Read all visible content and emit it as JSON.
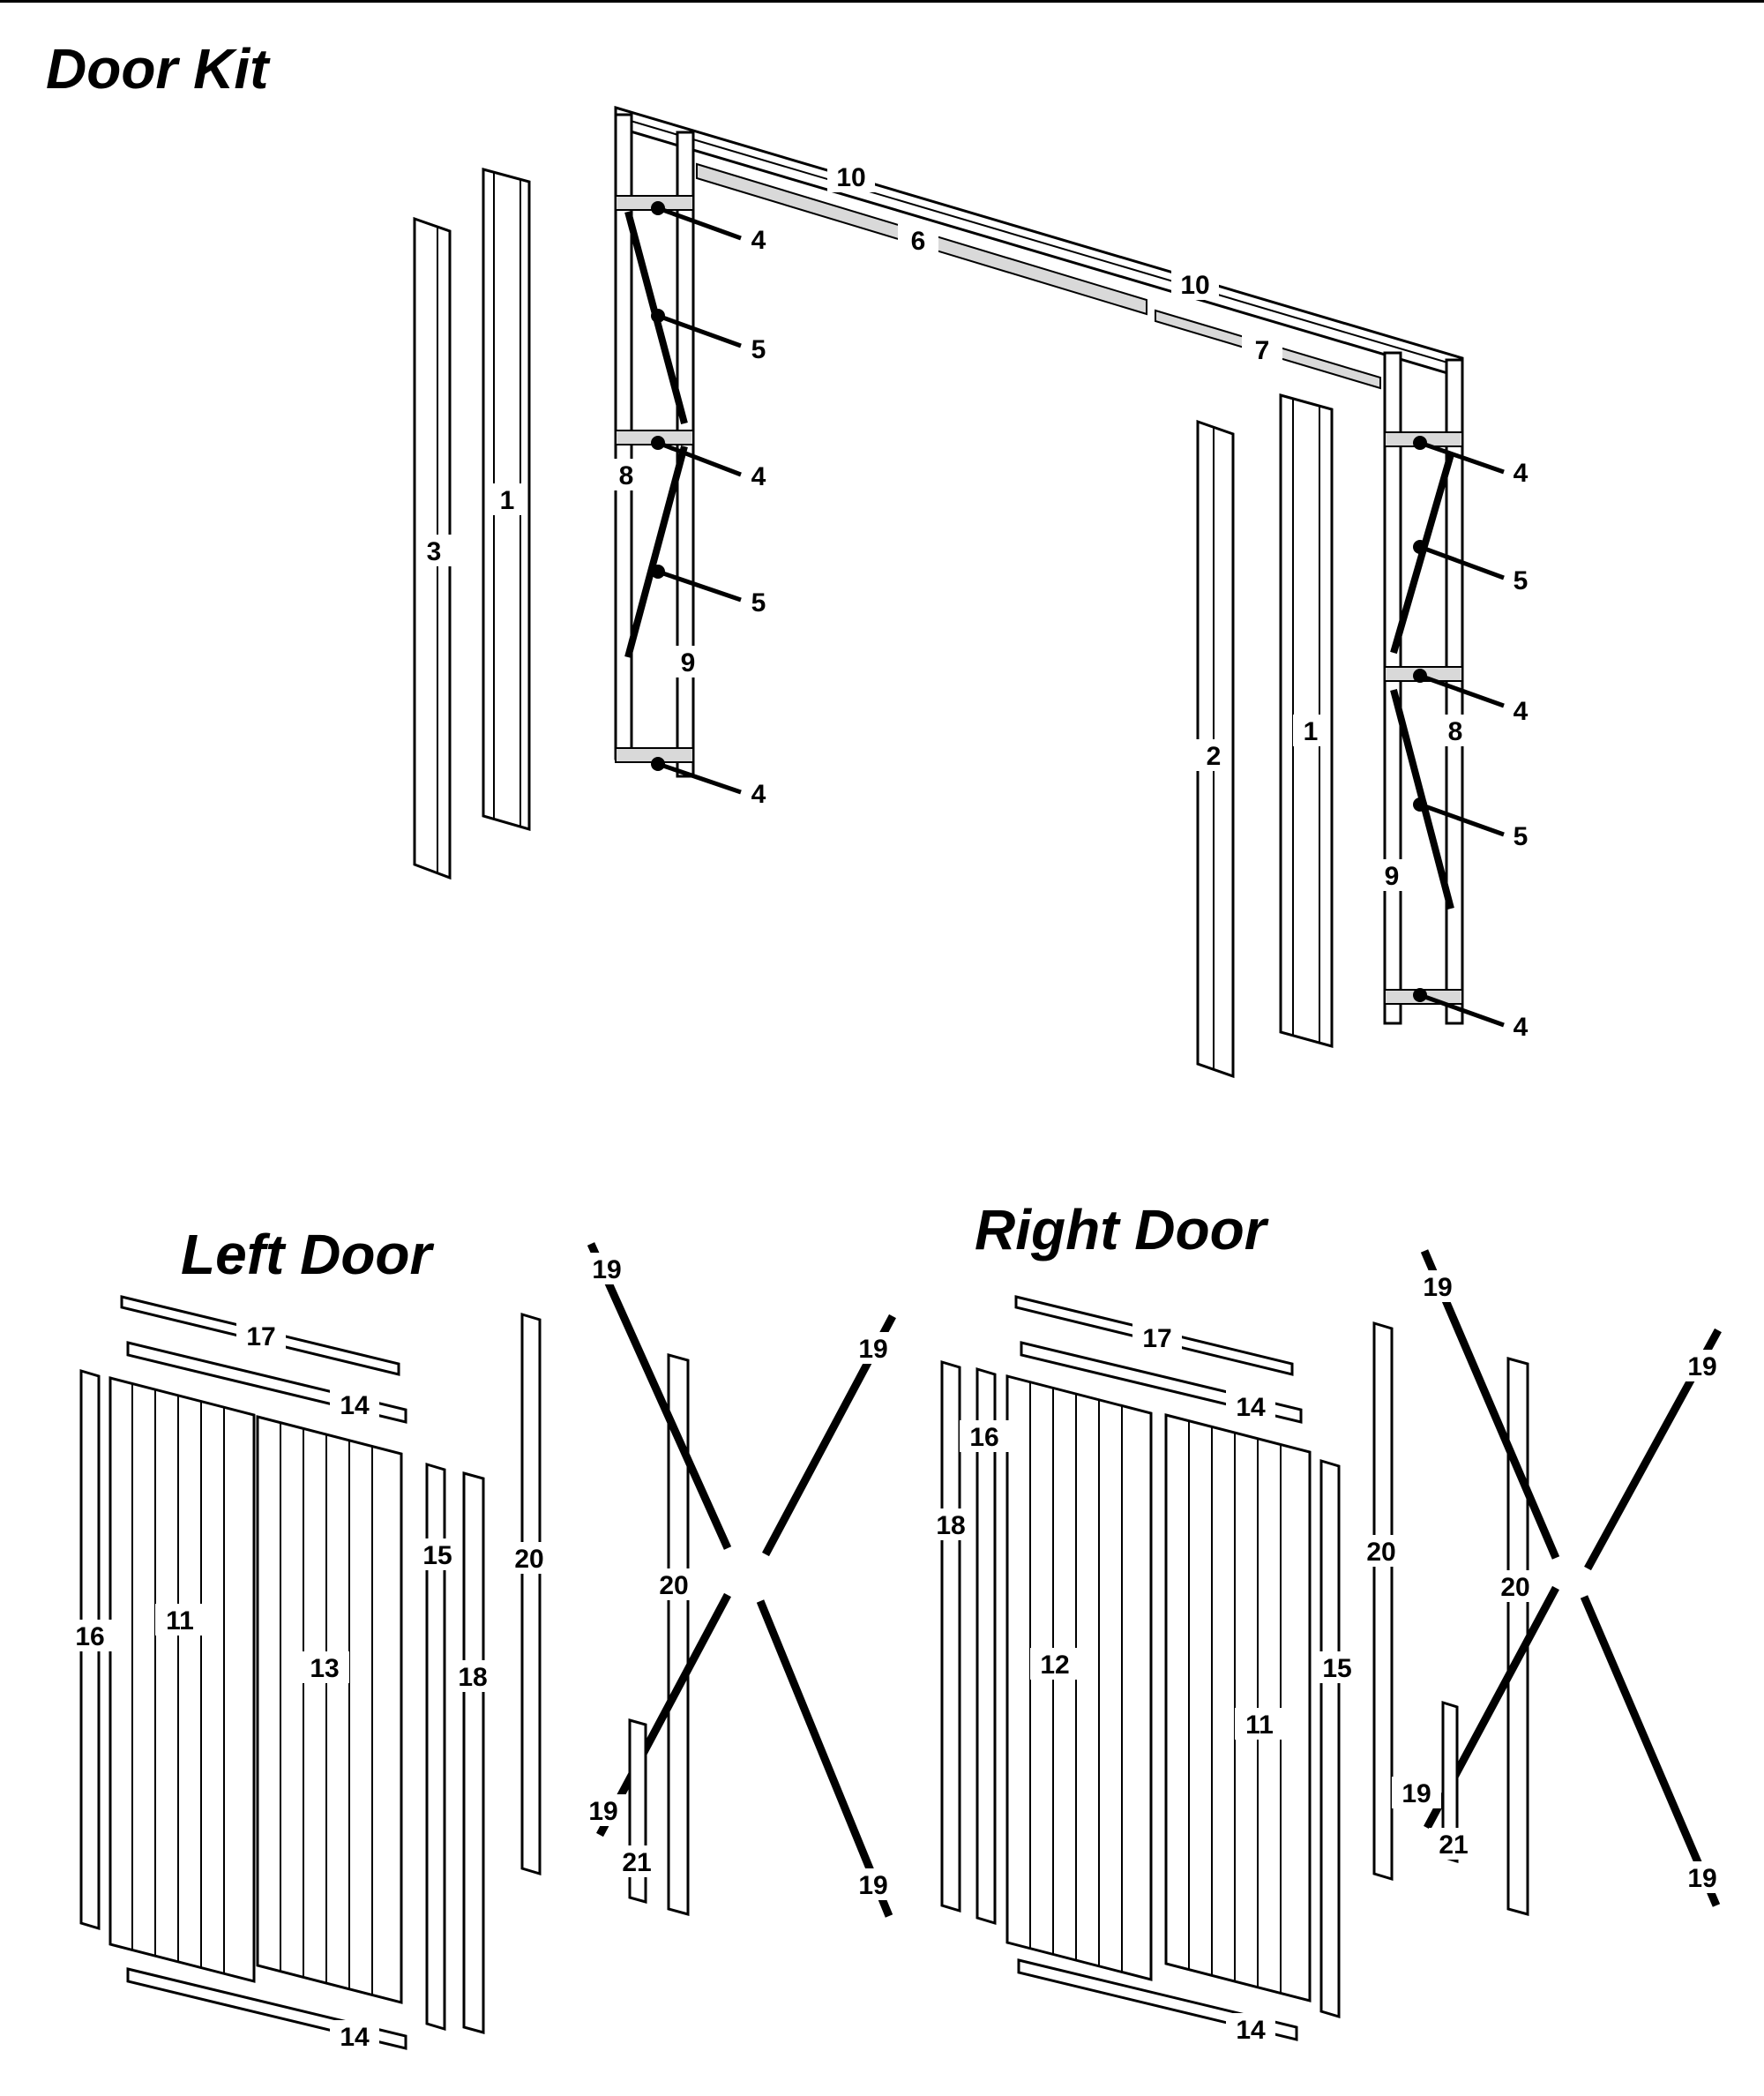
{
  "titles": {
    "door_kit": "Door Kit",
    "left_door": "Left Door",
    "right_door": "Right Door"
  },
  "callouts": {
    "door_kit": [
      "1",
      "2",
      "3",
      "4",
      "5",
      "6",
      "7",
      "8",
      "9",
      "10"
    ],
    "left_door": [
      "11",
      "13",
      "14",
      "15",
      "16",
      "17",
      "18",
      "19",
      "20",
      "21"
    ],
    "right_door": [
      "11",
      "12",
      "14",
      "15",
      "16",
      "17",
      "18",
      "19",
      "20",
      "21"
    ]
  }
}
